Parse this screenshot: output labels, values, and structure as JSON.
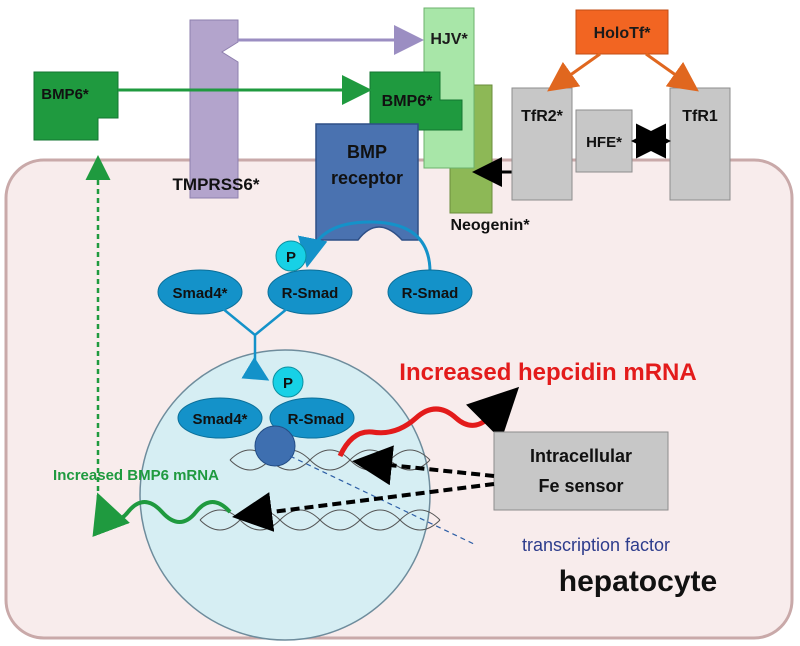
{
  "labels": {
    "holotf": "HoloTf*",
    "hjv": "HJV*",
    "bmp6_left": "BMP6*",
    "bmp6_right": "BMP6*",
    "tfr2": "TfR2*",
    "hfe": "HFE*",
    "tfr1": "TfR1",
    "tmprss6": "TMPRSS6*",
    "bmp_receptor_line1": "BMP",
    "bmp_receptor_line2": "receptor",
    "neogenin": "Neogenin*",
    "phospho_top": "P",
    "phospho_nucleus": "P",
    "smad4_top": "Smad4*",
    "rsmad_top": "R-Smad",
    "rsmad_free": "R-Smad",
    "smad4_nucleus": "Smad4*",
    "rsmad_nucleus": "R-Smad",
    "hepcidin_mrna": "Increased hepcidin mRNA",
    "bmp6_mrna": "Increased BMP6 mRNA",
    "fe_sensor_line1": "Intracellular",
    "fe_sensor_line2": "Fe sensor",
    "transcription_factor": "transcription factor",
    "hepatocyte": "hepatocyte"
  },
  "colors": {
    "cell_fill": "#f8ecec",
    "cell_stroke": "#c9a9a9",
    "nucleus_fill": "#d6eef3",
    "bmp6": "#1f9a3f",
    "hjv": "#a8e6a8",
    "neogenin": "#8db856",
    "tmprss6": "#b3a4cc",
    "receptor": "#4a72b0",
    "smad": "#1492c9",
    "phospho": "#17d1e6",
    "holotf": "#f26522",
    "tfr_grey": "#c7c7c7",
    "hepcidin_red": "#e31b1b",
    "bmp6_green": "#1f9a3f",
    "tf_dark": "#2d3c8c"
  }
}
